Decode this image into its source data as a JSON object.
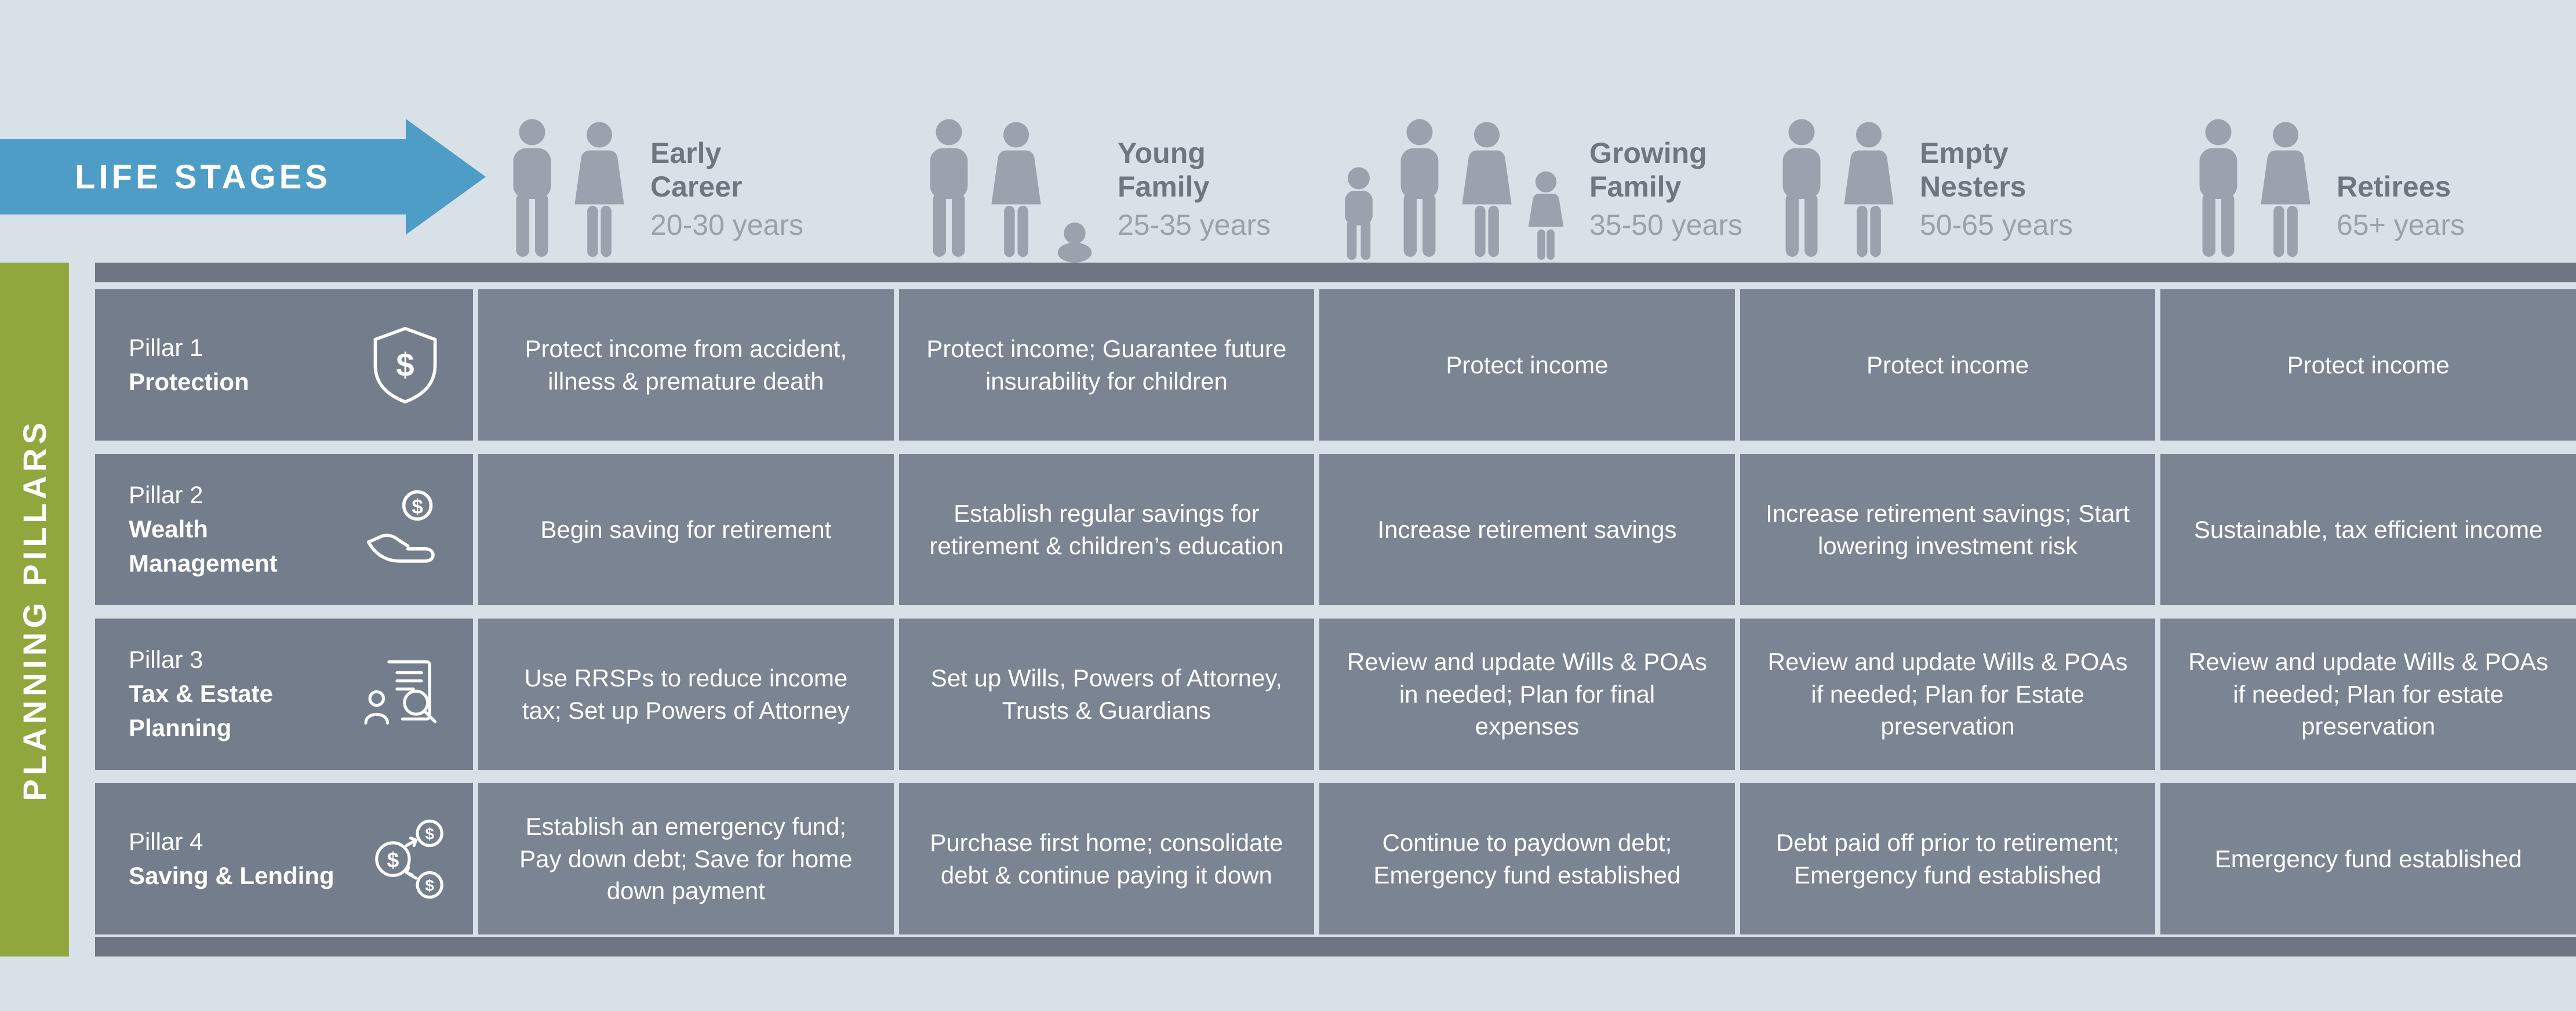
{
  "colors": {
    "background": "#d9e1e8",
    "arrow_blue": "#4d9dc7",
    "pillar_green": "#90a73e",
    "cell_gray": "#7b8492",
    "header_gray": "#747d8b",
    "band_dark_gray": "#6d7682",
    "silhouette_gray": "#9aa3ad",
    "stage_title_gray": "#6e7681",
    "stage_years_gray": "#99a1ab",
    "cell_text": "#ffffff"
  },
  "life_stages_header": {
    "label": "LIFE STAGES"
  },
  "planning_pillars_label": "PLANNING PILLARS",
  "life_stages": [
    {
      "title_lines": [
        "Early",
        "Career"
      ],
      "years": "20-30 years",
      "figures": [
        "man",
        "woman"
      ],
      "icon": "early-career-couple-icon"
    },
    {
      "title_lines": [
        "Young",
        "Family"
      ],
      "years": "25-35 years",
      "figures": [
        "man",
        "woman",
        "baby"
      ],
      "icon": "young-family-icon"
    },
    {
      "title_lines": [
        "Growing",
        "Family"
      ],
      "years": "35-50 years",
      "figures": [
        "child",
        "man",
        "woman",
        "girl"
      ],
      "icon": "growing-family-icon"
    },
    {
      "title_lines": [
        "Empty",
        "Nesters"
      ],
      "years": "50-65 years",
      "figures": [
        "man",
        "woman"
      ],
      "icon": "empty-nesters-couple-icon"
    },
    {
      "title_lines": [
        "Retirees"
      ],
      "years": "65+ years",
      "figures": [
        "man",
        "woman"
      ],
      "icon": "retirees-couple-icon"
    }
  ],
  "pillars": [
    {
      "number": "Pillar 1",
      "name_lines": [
        "Protection"
      ],
      "icon": "shield-dollar-icon"
    },
    {
      "number": "Pillar 2",
      "name_lines": [
        "Wealth",
        "Management"
      ],
      "icon": "hand-holding-dollar-icon"
    },
    {
      "number": "Pillar 3",
      "name_lines": [
        "Tax & Estate",
        "Planning"
      ],
      "icon": "estate-document-review-icon"
    },
    {
      "number": "Pillar 4",
      "name_lines": [
        "Saving & Lending"
      ],
      "icon": "money-transfer-icon"
    }
  ],
  "matrix": [
    [
      "Protect income from accident, illness & premature death",
      "Protect income; Guarantee future insurability for children",
      "Protect income",
      "Protect income",
      "Protect income"
    ],
    [
      "Begin saving for retirement",
      "Establish regular savings for retirement & children’s education",
      "Increase retirement savings",
      "Increase retirement savings; Start lowering investment risk",
      "Sustainable, tax efficient income"
    ],
    [
      "Use RRSPs to reduce income tax; Set up Powers of Attorney",
      "Set up Wills, Powers of Attorney, Trusts & Guardians",
      "Review and update Wills & POAs in needed; Plan for final expenses",
      "Review and update Wills & POAs if needed; Plan for Estate preservation",
      "Review and update Wills & POAs if needed; Plan for estate preservation"
    ],
    [
      "Establish an emergency fund; Pay down debt; Save for home down payment",
      "Purchase first home; consolidate debt & continue paying it down",
      "Continue to paydown debt; Emergency fund established",
      "Debt paid off prior to retirement; Emergency fund established",
      "Emergency fund established"
    ]
  ]
}
